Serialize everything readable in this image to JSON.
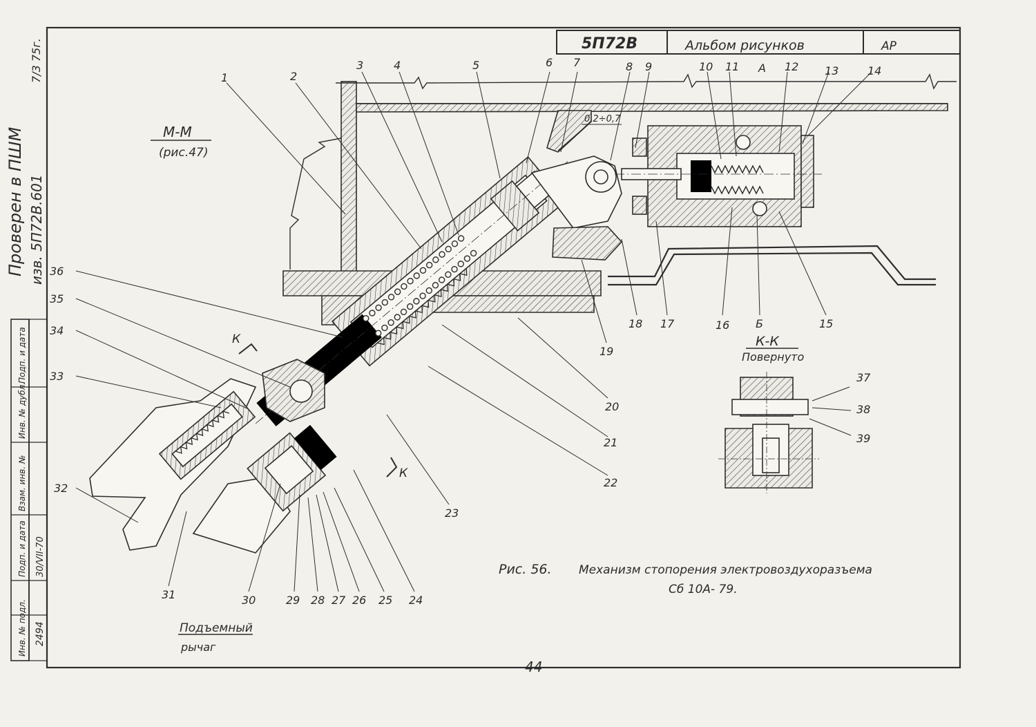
{
  "title_block": {
    "code": "5П72В",
    "album": "Альбом рисунков",
    "tag": "АР"
  },
  "side_stamp": {
    "line1": "Проверен в ПШМ",
    "line2": "изв. 5П72В.601",
    "line3": "7/3 75г.",
    "labels": [
      "Инв. № подл.",
      "Подп. и дата",
      "Взам. инв. №",
      "Инв. № дубл.",
      "Подп. и дата"
    ],
    "inv_value": "2494",
    "date_value": "30/VII-70"
  },
  "view_mm": {
    "name": "М-М",
    "ref": "(рис.47)"
  },
  "view_kk": {
    "name": "К-К",
    "note": "Повернуто"
  },
  "gap_dimension": "0,2÷0,7",
  "letters": {
    "a": "А",
    "b": "Б",
    "k": "К"
  },
  "callouts": [
    "1",
    "2",
    "3",
    "4",
    "5",
    "6",
    "7",
    "8",
    "9",
    "10",
    "11",
    "12",
    "13",
    "14",
    "15",
    "16",
    "17",
    "18",
    "19",
    "20",
    "21",
    "22",
    "23",
    "24",
    "25",
    "26",
    "27",
    "28",
    "29",
    "30",
    "31",
    "32",
    "33",
    "34",
    "35",
    "36",
    "37",
    "38",
    "39"
  ],
  "lever_label": {
    "line1": "Подъемный",
    "line2": "рычаг"
  },
  "caption": {
    "fig": "Рис. 56.",
    "title": "Механизм стопорения электровоздухоразъема",
    "sub": "Сб 10А- 79."
  },
  "page_number": "44"
}
